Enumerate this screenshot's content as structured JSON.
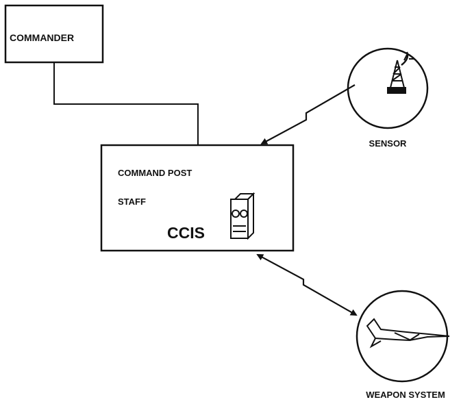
{
  "diagram": {
    "nodes": {
      "commander": {
        "label": "COMMANDER"
      },
      "command_post": {
        "label": "COMMAND POST",
        "staff_label": "STAFF",
        "ccis_label": "CCIS"
      },
      "sensor": {
        "label": "SENSOR",
        "icon": "radar-tower-icon"
      },
      "weapon_system": {
        "label": "WEAPON SYSTEM",
        "icon": "fighter-jet-icon"
      }
    },
    "links": [
      {
        "from": "commander",
        "to": "command_post",
        "style": "wired"
      },
      {
        "from": "sensor",
        "to": "command_post",
        "style": "radio",
        "arrows": "to"
      },
      {
        "from": "command_post",
        "to": "weapon_system",
        "style": "radio",
        "arrows": "both"
      }
    ]
  }
}
